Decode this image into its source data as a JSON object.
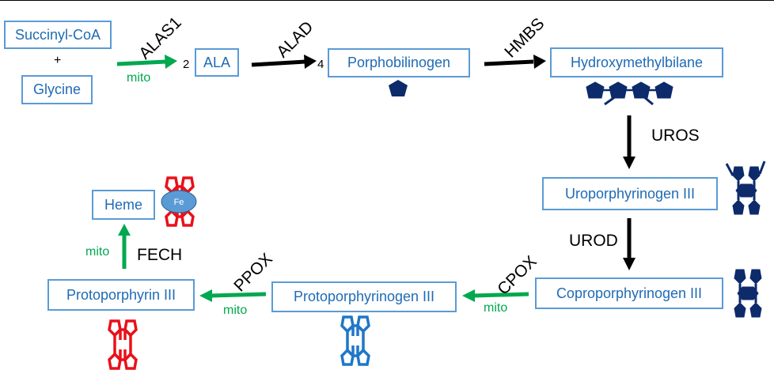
{
  "metabolites": {
    "succinyl_coa": "Succinyl-CoA",
    "plus": "+",
    "glycine": "Glycine",
    "ala": "ALA",
    "porphobilinogen": "Porphobilinogen",
    "hydroxymethylbilane": "Hydroxymethylbilane",
    "uroporphyrinogen": "Uroporphyrinogen III",
    "coproporphyrinogen": "Coproporphyrinogen III",
    "protoporphyrinogen": "Protoporphyrinogen III",
    "protoporphyrin": "Protoporphyrin III",
    "heme": "Heme"
  },
  "enzymes": {
    "alas1": "ALAS1",
    "alad": "ALAD",
    "hmbs": "HMBS",
    "uros": "UROS",
    "urod": "UROD",
    "cpox": "CPOX",
    "ppox": "PPOX",
    "fech": "FECH"
  },
  "stoichiometry": {
    "ala": "2",
    "pbg": "4"
  },
  "location_labels": {
    "alas1": "mito",
    "cpox": "mito",
    "ppox": "mito",
    "fech": "mito"
  },
  "iron_label": "Fe",
  "colors": {
    "box_border": "#5b9bd5",
    "box_text": "#1f6bb5",
    "mito_arrow": "#00a84f",
    "cyto_arrow": "#000000",
    "ring_navy": "#0d2b6b",
    "ring_blue": "#1f77c9",
    "ring_red": "#e8111a",
    "iron": "#5b9bd5"
  },
  "icons": {
    "pbg": "pyrrole-ring-icon",
    "hmb": "linear-tetrapyrrole-icon",
    "uro": "tetrapyrrole-macrocycle-icon",
    "copro": "tetrapyrrole-macrocycle-icon",
    "protogen": "tetrapyrrole-macrocycle-outline-icon",
    "proto": "tetrapyrrole-macrocycle-outline-icon",
    "heme": "iron-porphyrin-icon"
  }
}
